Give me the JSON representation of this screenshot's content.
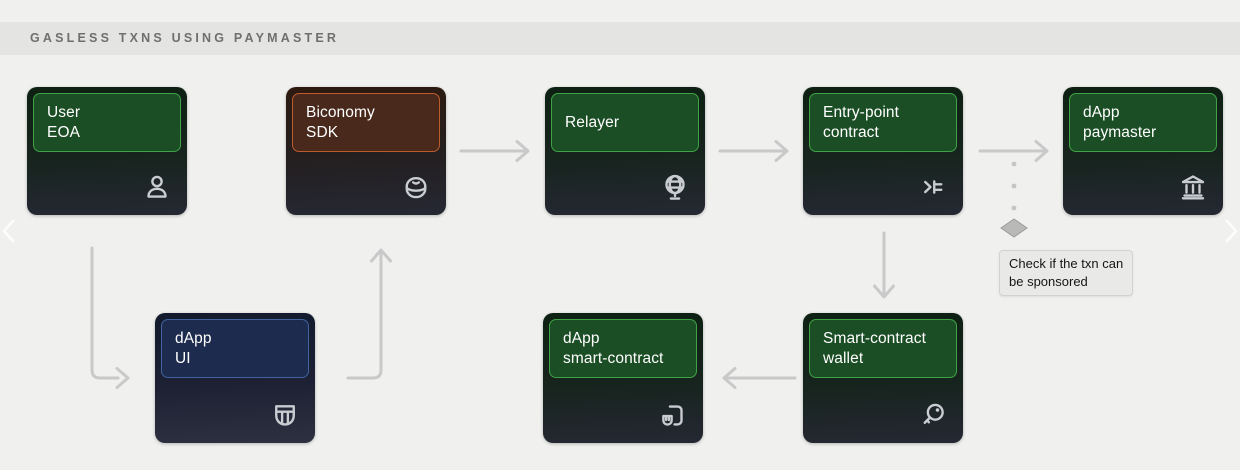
{
  "header": {
    "title": "GASLESS TXNS USING PAYMASTER"
  },
  "nodes": {
    "user_eoa": {
      "line1": "User",
      "line2": "EOA"
    },
    "biconomy_sdk": {
      "line1": "Biconomy",
      "line2": "SDK"
    },
    "relayer": {
      "line1": "Relayer",
      "line2": ""
    },
    "entry_point": {
      "line1": "Entry-point",
      "line2": "contract"
    },
    "dapp_paymaster": {
      "line1": "dApp",
      "line2": "paymaster"
    },
    "dapp_ui": {
      "line1": "dApp",
      "line2": "UI"
    },
    "dapp_smart_contract": {
      "line1": "dApp",
      "line2": "smart-contract"
    },
    "smart_contract_wallet": {
      "line1": "Smart-contract",
      "line2": "wallet"
    }
  },
  "annotation": {
    "line1": "Check if the txn can",
    "line2": "be sponsored"
  },
  "icons": [
    "user-icon",
    "biconomy-logo-icon",
    "globe-icon",
    "entry-point-icon",
    "bank-icon",
    "shield-browser-icon",
    "contract-shield-icon",
    "key-icon",
    "prev-arrow-icon",
    "next-arrow-icon"
  ],
  "colors": {
    "background": "#f0f0ee",
    "band": "#e4e4e3",
    "band_text": "#6f6f6f",
    "green_header_bg": "#1c4e26",
    "green_header_border": "#3ea346",
    "brown_header_bg": "#48291b",
    "brown_header_border": "#bf5a2e",
    "navy_header_bg": "#1d2b4e",
    "navy_header_border": "#41639f",
    "card_dark": "#252833",
    "arrow": "#c9c9c9",
    "node_text": "#ffffff"
  }
}
